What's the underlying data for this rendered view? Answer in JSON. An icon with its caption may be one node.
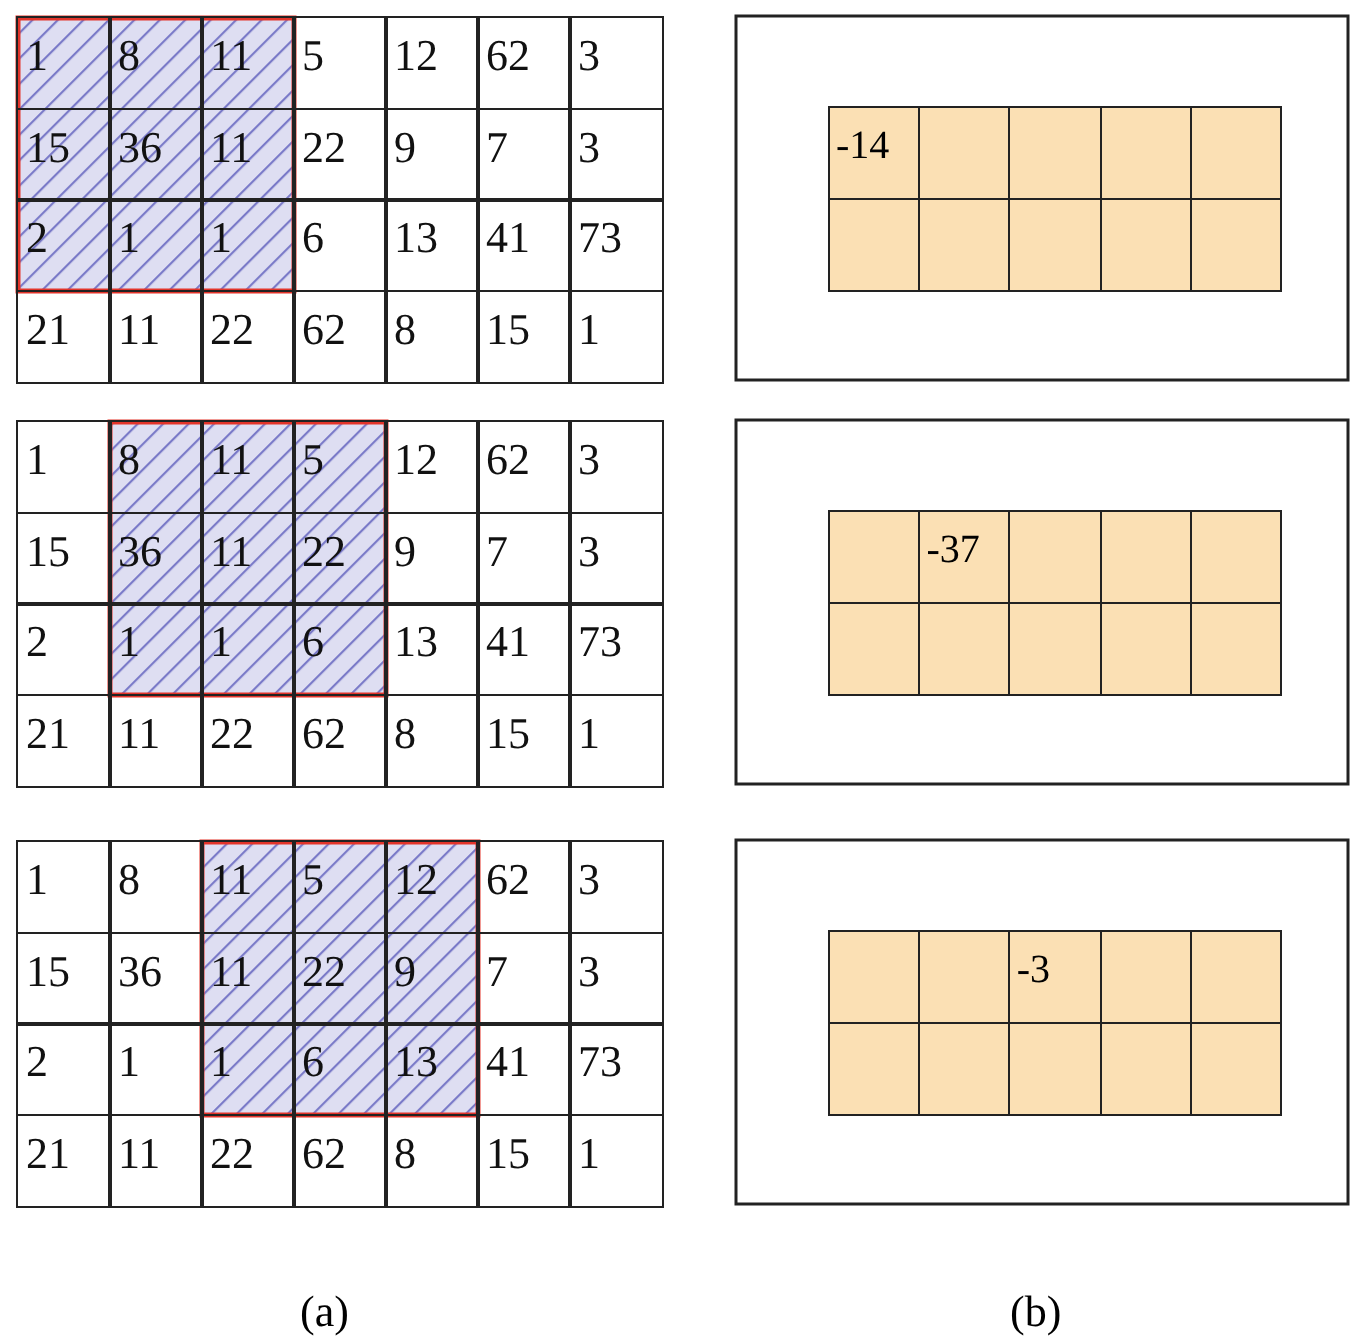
{
  "diagram": {
    "labels": [
      "1",
      "8",
      "11",
      "5",
      "12",
      "62",
      "3",
      "15",
      "36",
      "11",
      "22",
      "9",
      "7",
      "3",
      "2",
      "1",
      "1",
      "6",
      "13",
      "41",
      "73",
      "21",
      "11",
      "22",
      "62",
      "8",
      "15",
      "1",
      "-14",
      "1",
      "8",
      "11",
      "5",
      "12",
      "62",
      "3",
      "15",
      "36",
      "11",
      "22",
      "9",
      "7",
      "3",
      "2",
      "1",
      "1",
      "6",
      "13",
      "41",
      "73",
      "21",
      "11",
      "22",
      "62",
      "8",
      "15",
      "1",
      "-37",
      "1",
      "8",
      "11",
      "5",
      "12",
      "62",
      "3",
      "15",
      "36",
      "11",
      "22",
      "9",
      "7",
      "3",
      "2",
      "1",
      "1",
      "6",
      "13",
      "41",
      "73",
      "21",
      "11",
      "22",
      "62",
      "8",
      "15",
      "1",
      "-3",
      "(a)",
      "(b)"
    ]
  }
}
